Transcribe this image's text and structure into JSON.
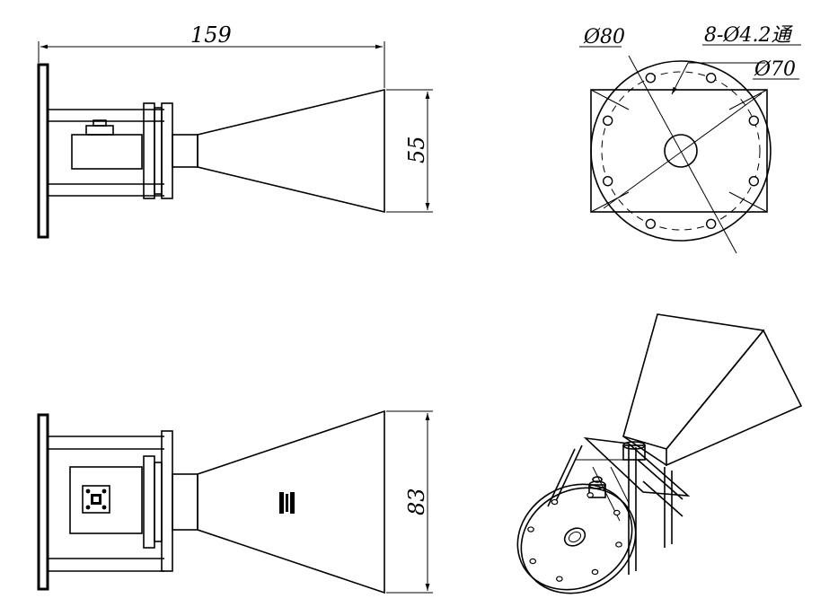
{
  "dimensions": {
    "overall_length": "159",
    "aperture_h_plane": "55",
    "aperture_e_plane": "83",
    "flange_outer_diameter": "Ø80",
    "bolt_circle_diameter": "Ø70",
    "mounting_holes": "8-Ø4.2通"
  },
  "hole_count": 8
}
